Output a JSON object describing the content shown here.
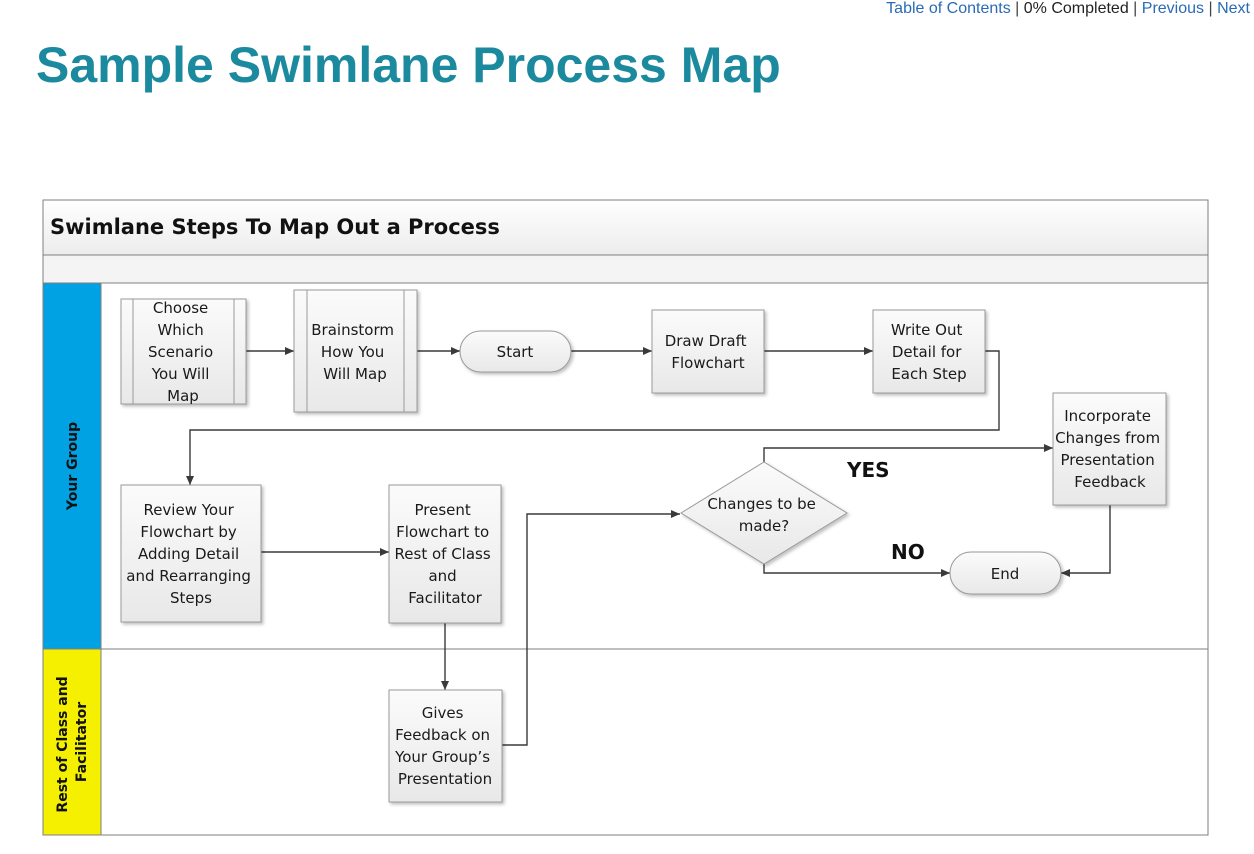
{
  "nav": {
    "toc": "Table of Contents",
    "progress": "0% Completed",
    "previous": "Previous",
    "next": "Next",
    "separator": "|"
  },
  "page_title": "Sample Swimlane Process Map",
  "diagram": {
    "title": "Swimlane Steps To Map Out a Process",
    "lanes": [
      {
        "label": "Your Group",
        "color": "#00a2e3"
      },
      {
        "label": "Rest of Class and Facilitator",
        "color": "#f5f000"
      }
    ],
    "nodes": {
      "choose": [
        "Choose",
        "Which",
        "Scenario",
        "You Will",
        "Map"
      ],
      "brainstorm": [
        "Brainstorm",
        "How You",
        "Will Map"
      ],
      "start": [
        "Start"
      ],
      "draft": [
        "Draw Draft",
        "Flowchart"
      ],
      "writeout": [
        "Write Out",
        "Detail for",
        "Each Step"
      ],
      "review": [
        "Review Your",
        "Flowchart by",
        "Adding Detail",
        "and Rearranging",
        "Steps"
      ],
      "present": [
        "Present",
        "Flowchart to",
        "Rest of Class",
        "and",
        "Facilitator"
      ],
      "changes": [
        "Changes to be",
        "made?"
      ],
      "incorporate": [
        "Incorporate",
        "Changes from",
        "Presentation",
        "Feedback"
      ],
      "end": [
        "End"
      ],
      "feedback": [
        "Gives",
        "Feedback on",
        "Your Group’s",
        "Presentation"
      ]
    },
    "yes_label": "YES",
    "no_label": "NO"
  }
}
